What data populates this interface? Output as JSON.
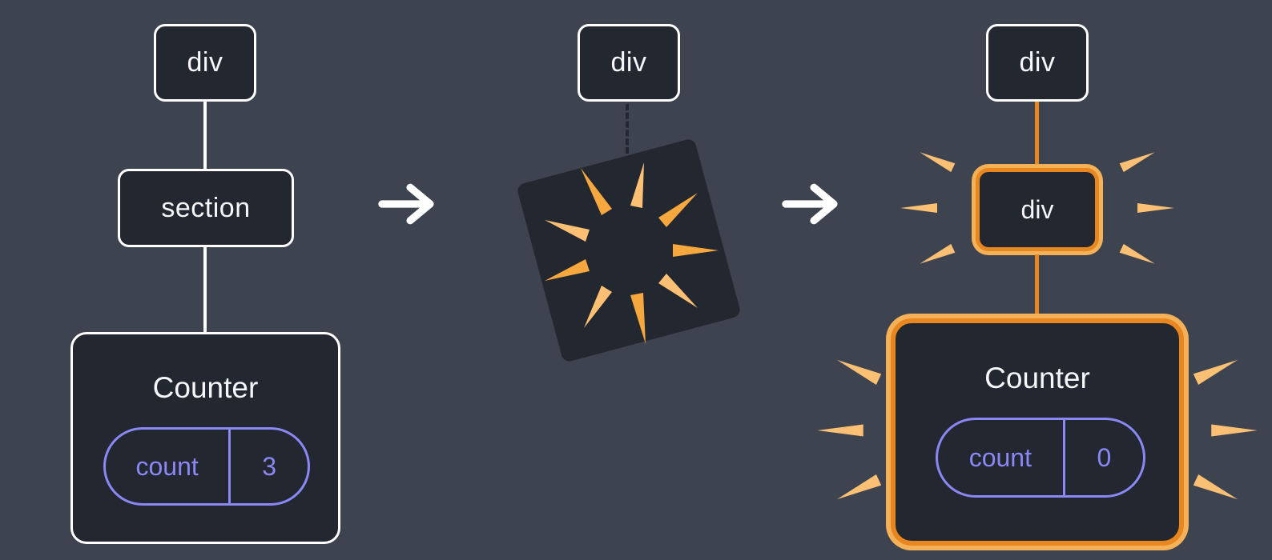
{
  "figure": {
    "description": "state-reset-diagram",
    "step_count": 3
  },
  "before": {
    "root_label": "div",
    "child_label": "section",
    "component_label": "Counter",
    "state_key": "count",
    "state_value": "3"
  },
  "transition": {
    "arrow_1": "right-arrow",
    "poof_root_label": "div",
    "poof_icon": "poof-explosion-icon",
    "arrow_2": "right-arrow"
  },
  "after": {
    "root_label": "div",
    "child_label": "div",
    "component_label": "Counter",
    "state_key": "count",
    "state_value": "0"
  },
  "icons": {
    "arrow": "right-arrow-icon",
    "poof": "poof-explosion-icon",
    "sparkle": "sparkle-burst-icon"
  },
  "colors": {
    "page_bg": "#3d4450",
    "node_fill": "#23272f",
    "node_border": "#ffffff",
    "text": "#f6f7f9",
    "state_accent": "#8b87f7",
    "highlight_border": "#e8871f",
    "highlight_glow": "#f5b158",
    "spark": "#f6a73e",
    "spark_light": "#fbc074",
    "connector": "#ffffff"
  }
}
